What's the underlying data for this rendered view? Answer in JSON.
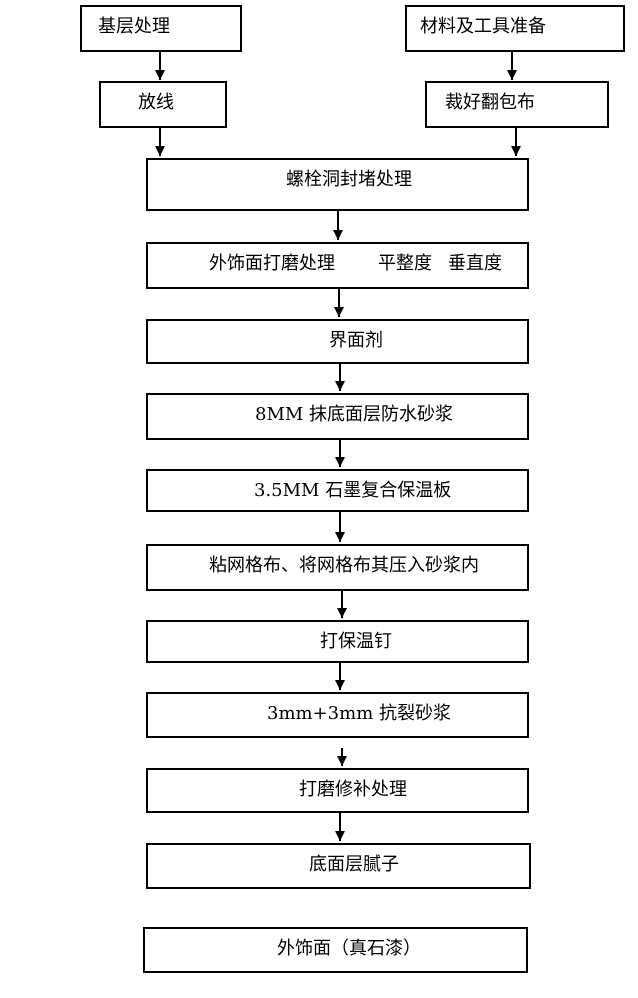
{
  "steps": {
    "base_treatment": "基层处理",
    "materials_tools": "材料及工具准备",
    "line_setting": "放线",
    "cut_cloth": "裁好翻包布",
    "bolt_hole_sealing": "螺栓洞封堵处理",
    "exterior_grinding": "外饰面打磨处理",
    "flatness": "平整度",
    "verticality": "垂直度",
    "interface_agent": "界面剂",
    "waterproof_mortar": "8MM 抹底面层防水砂浆",
    "graphite_board": "3.5MM 石墨复合保温板",
    "mesh_cloth": "粘网格布、将网格布其压入砂浆内",
    "insulation_nails": "打保温钉",
    "anti_crack_mortar": "3mm+3mm 抗裂砂浆",
    "grinding_repair": "打磨修补处理",
    "base_putty": "底面层腻子",
    "real_stone_paint": "外饰面（真石漆）"
  },
  "colors": {
    "line": "#000000",
    "background": "#ffffff"
  }
}
